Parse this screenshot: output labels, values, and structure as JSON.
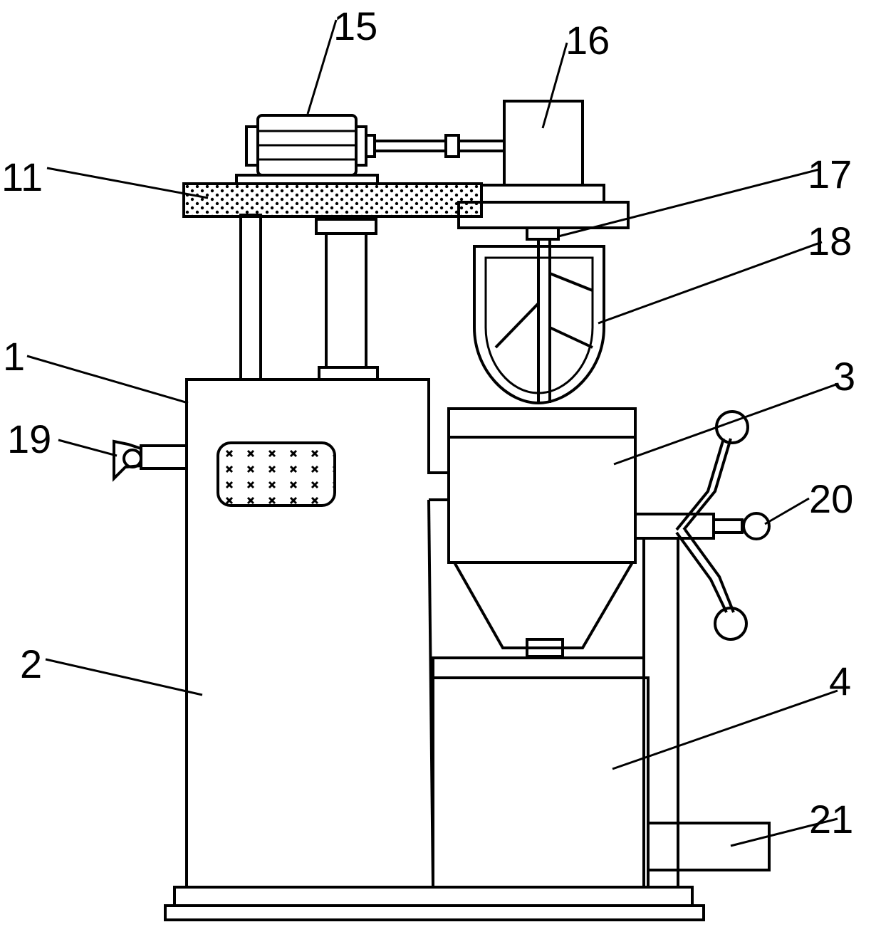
{
  "labels": {
    "n1": "1",
    "n2": "2",
    "n3": "3",
    "n4": "4",
    "n11": "11",
    "n15": "15",
    "n16": "16",
    "n17": "17",
    "n18": "18",
    "n19": "19",
    "n20": "20",
    "n21": "21"
  }
}
